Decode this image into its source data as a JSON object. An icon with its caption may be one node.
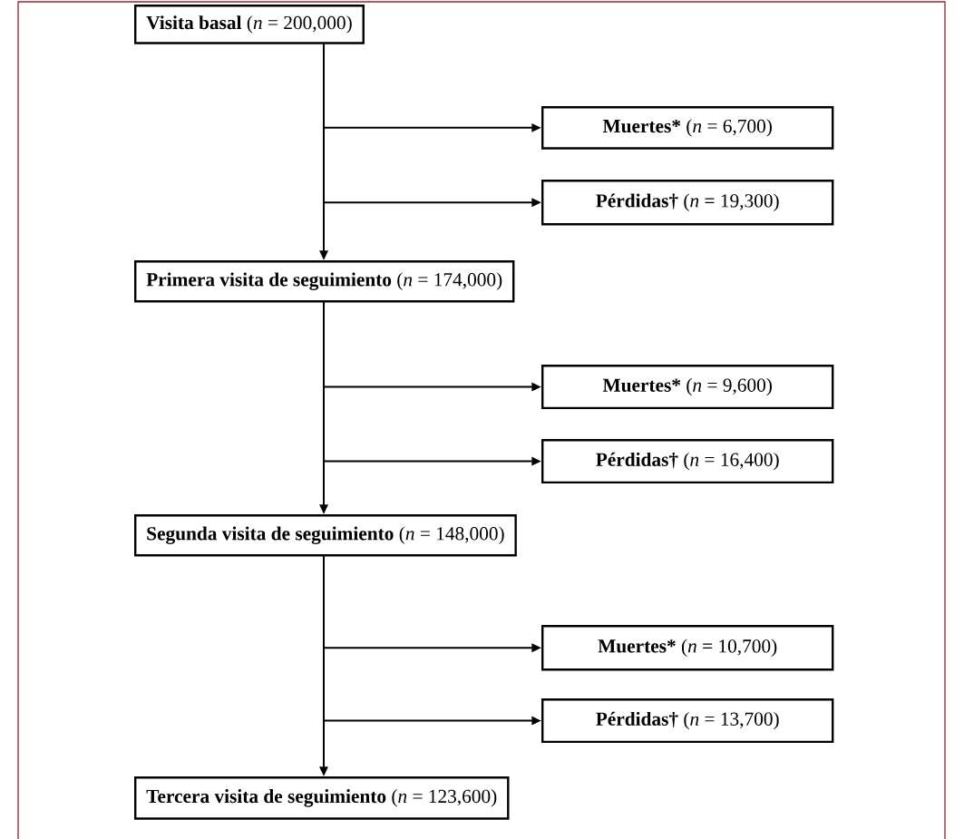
{
  "diagram": {
    "nodes": [
      {
        "text": [
          "Visita basal",
          "(*n* = 200,000)"
        ]
      },
      {
        "text": [
          "Muertes*",
          "(*n* = 6,700)"
        ]
      },
      {
        "text": [
          "Pérdidas†",
          "(*n* = 19,300)"
        ]
      },
      {
        "text": [
          "Primera visita de seguimiento",
          "(*n* = 174,000)"
        ]
      },
      {
        "text": [
          "Muertes*",
          "(*n* = 9,600)"
        ]
      },
      {
        "text": [
          "Pérdidas†",
          "(*n* = 16,400)"
        ]
      },
      {
        "text": [
          "Segunda visita de seguimiento",
          "(*n* = 148,000)"
        ]
      },
      {
        "text": [
          "Muertes*",
          "(*n* = 10,700)"
        ]
      },
      {
        "text": [
          "Pérdidas†",
          "(*n* = 13,700)"
        ]
      },
      {
        "text": [
          "Tercera visita de seguimiento",
          "(*n* = 123,600)"
        ]
      }
    ],
    "edges": [
      {
        "from": 0,
        "to": 1,
        "arrow": "to"
      },
      {
        "from": 0,
        "to": 2,
        "arrow": "to"
      },
      {
        "from": 0,
        "to": 3,
        "arrow": "to"
      },
      {
        "from": 3,
        "to": 4,
        "arrow": "to"
      },
      {
        "from": 3,
        "to": 5,
        "arrow": "to"
      },
      {
        "from": 3,
        "to": 6,
        "arrow": "to"
      },
      {
        "from": 6,
        "to": 7,
        "arrow": "to"
      },
      {
        "from": 6,
        "to": 8,
        "arrow": "to"
      },
      {
        "from": 6,
        "to": 9,
        "arrow": "to"
      }
    ]
  }
}
